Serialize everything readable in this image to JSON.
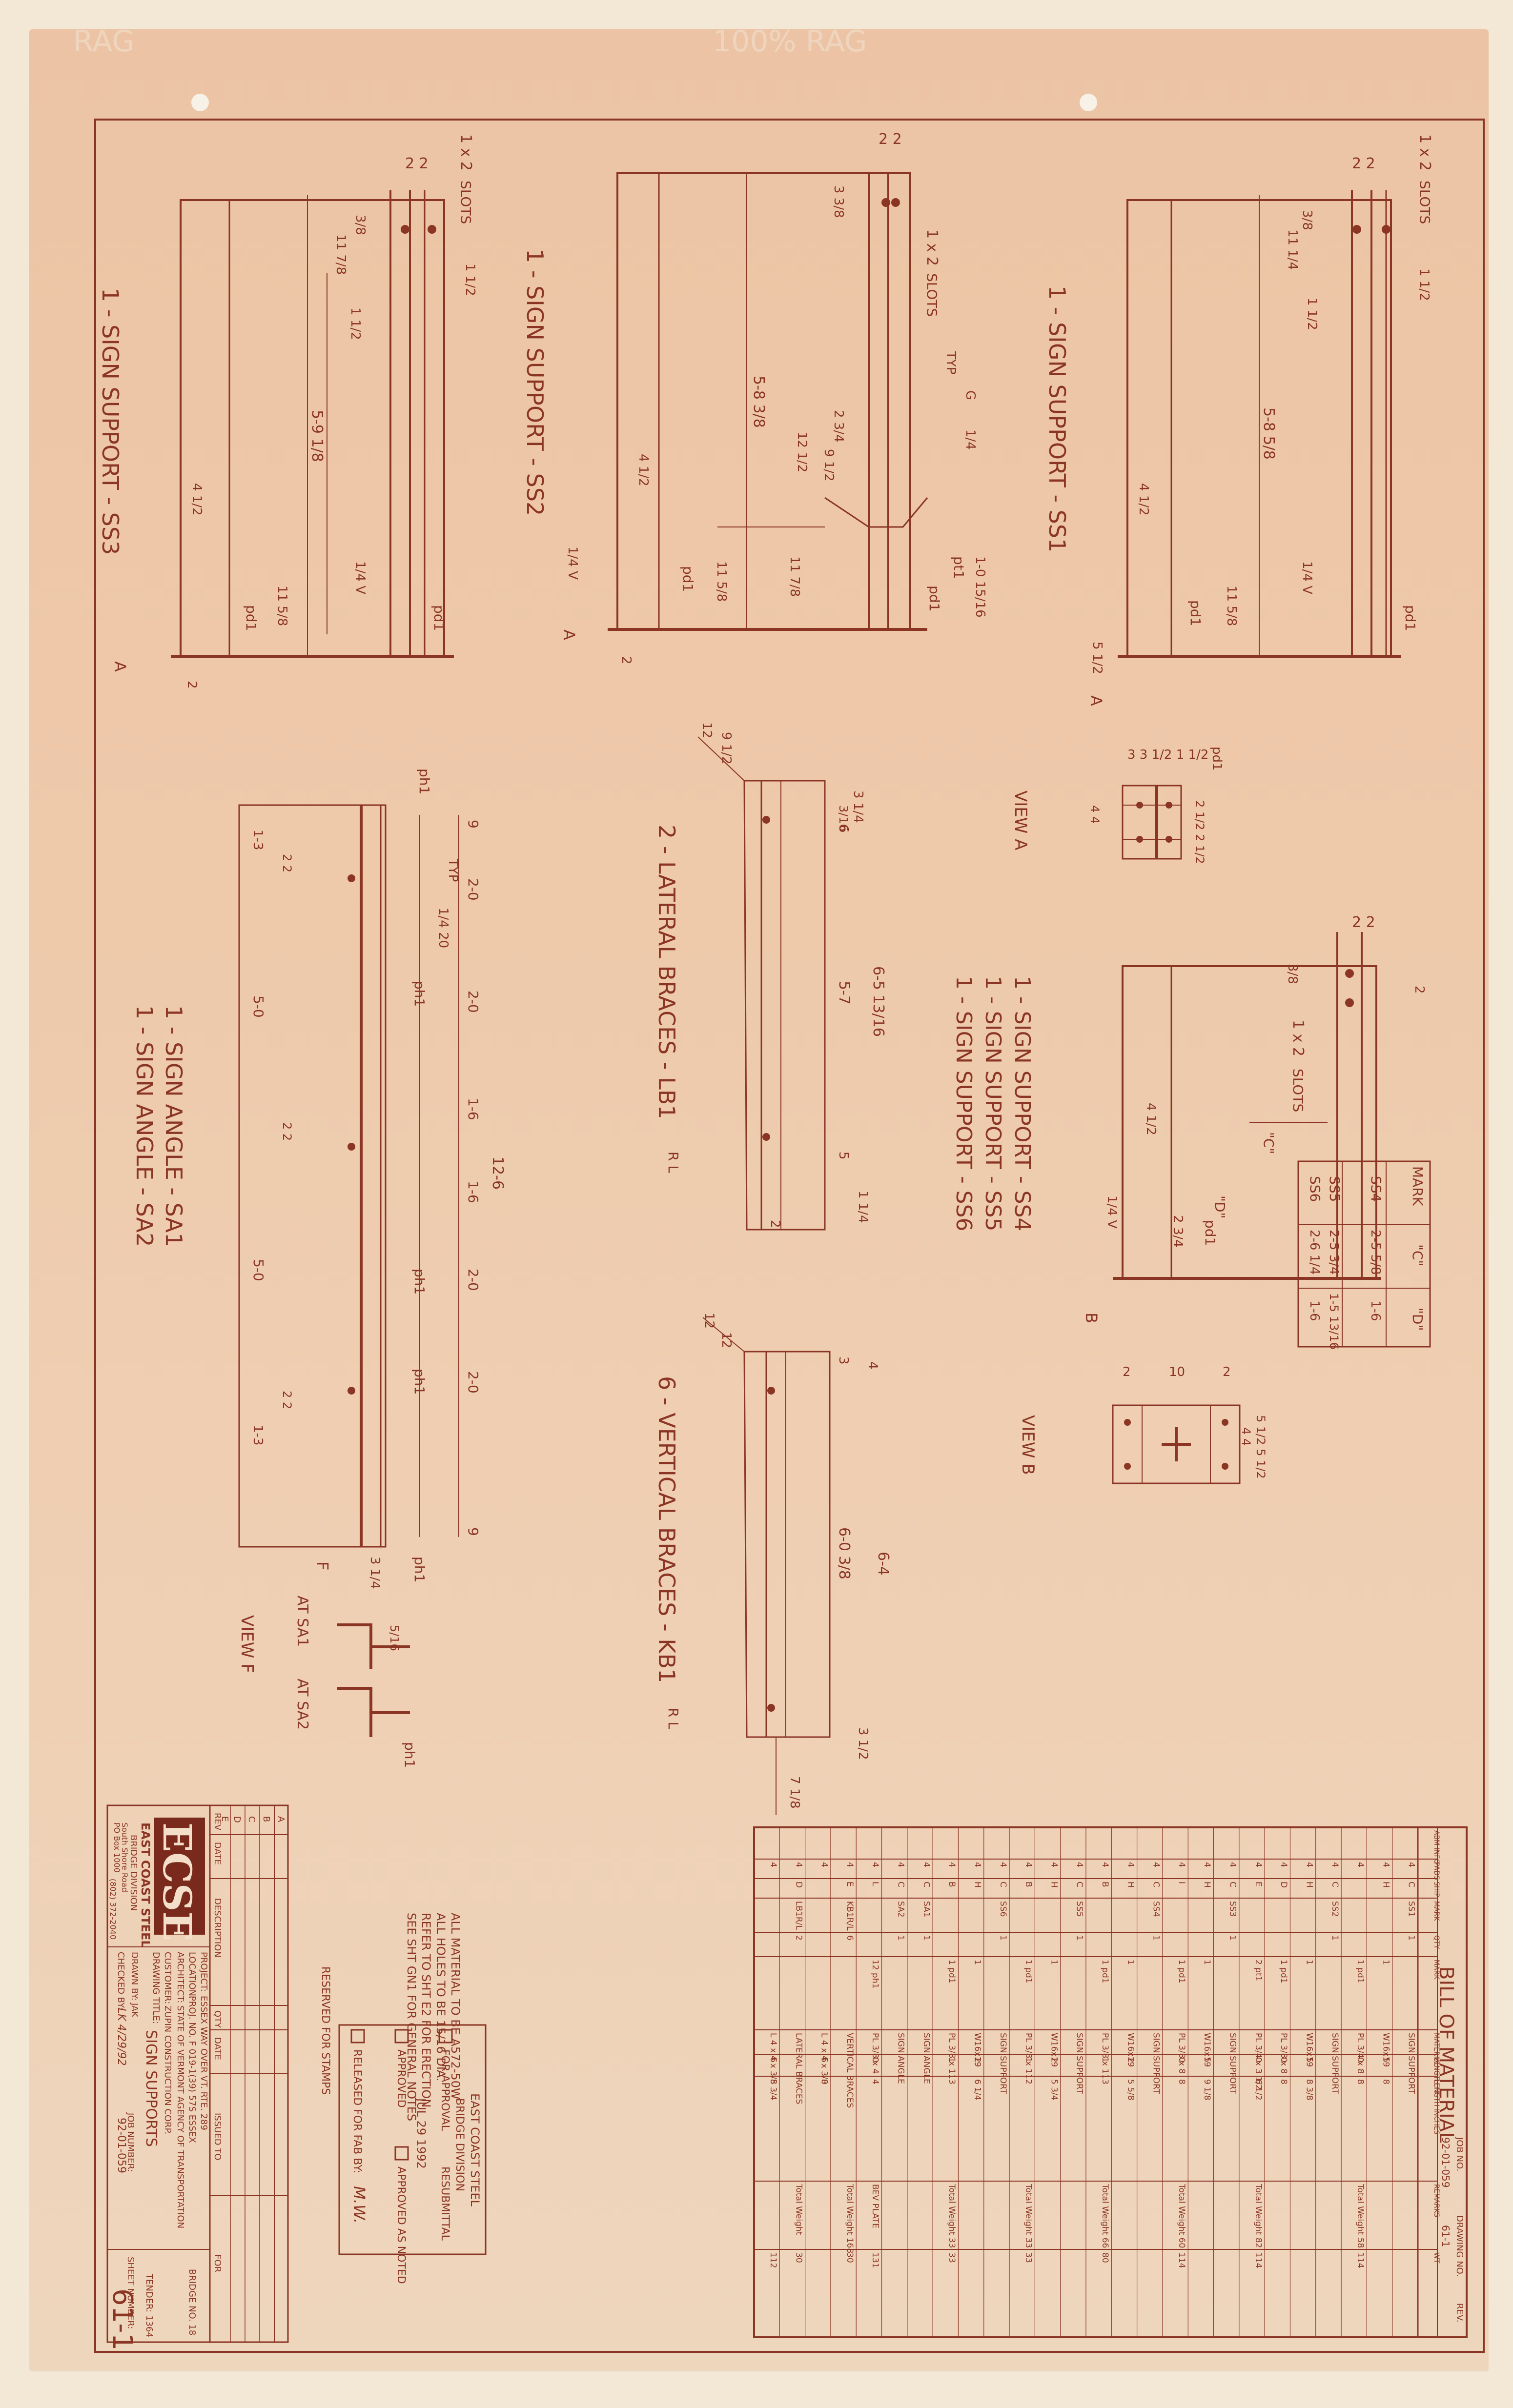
{
  "watermarks": {
    "left": "RAG",
    "center": "100% RAG"
  },
  "views": {
    "ss3": {
      "title": "1 - SIGN SUPPORT - SS3",
      "slots": "1 x 2",
      "slots_label": "SLOTS",
      "dim_top": "2 2",
      "dim_a": "3/8",
      "dim_b": "11 7/8",
      "dim_c": "1 1/2",
      "dim_d": "1 1/2",
      "dim_len": "5-9 1/8",
      "dim_e": "4 1/2",
      "dim_f": "11 5/8",
      "dim_base": "2",
      "pl": "pd1",
      "weld": "1/4 V",
      "section": "A"
    },
    "ss2": {
      "title": "1 - SIGN SUPPORT - SS2",
      "slots": "1 x 2",
      "slots_label": "SLOTS",
      "dim_top": "2 2",
      "dim_a": "3 3/8",
      "dim_len": "5-8 3/8",
      "dim_e": "4 1/2",
      "dim_f": "11 5/8",
      "dim_g": "2 3/4",
      "dim_h": "9 1/2",
      "dim_i": "12 1/2",
      "dim_j": "11 7/8",
      "dim_k": "1-0 15/16",
      "dim_base": "2",
      "typ": "TYP",
      "weld_g": "G",
      "weld_q": "1/4",
      "pl_a": "pd1",
      "pl_b": "pt1",
      "pl_c": "pd1",
      "weld": "1/4 V",
      "section": "A"
    },
    "ss1": {
      "title": "1 - SIGN SUPPORT - SS1",
      "slots": "1 x 2",
      "slots_label": "SLOTS",
      "dim_top": "2 2",
      "dim_a": "3/8",
      "dim_b": "11 1/4",
      "dim_c": "1 1/2",
      "dim_d": "1 1/2",
      "dim_len": "5-8 5/8",
      "dim_e": "4 1/2",
      "dim_f": "11 5/8",
      "dim_base": "5 1/2",
      "pl": "pd1",
      "weld": "1/4 V",
      "section": "A"
    },
    "view_a": {
      "title": "VIEW A",
      "dim": "3 3 1/2 1 1/2",
      "dim_side": "2 1/2 2 1/2",
      "dim_left": "4 4",
      "pl": "pd1"
    },
    "ss456": {
      "lines": [
        "1 - SIGN SUPPORT - SS4",
        "1 - SIGN SUPPORT - SS5",
        "1 - SIGN SUPPORT - SS6"
      ],
      "slots": "1 x 2",
      "slots_label": "SLOTS",
      "dim_top": "2 2",
      "dim_a": "3/8",
      "dim_e": "4 1/2",
      "dim_c_label": "\"C\"",
      "dim_d_label": "\"D\"",
      "dim_g": "2 3/4",
      "pl": "pd1",
      "weld": "1/4 V",
      "section": "B",
      "dim_side": "2"
    },
    "mark_table": {
      "headers": [
        "MARK",
        "\"C\"",
        "\"D\""
      ],
      "rows": [
        [
          "SS4",
          "2-5 5/8",
          "1-6"
        ],
        [
          "SS5",
          "2-5 3/4",
          "1-5 13/16"
        ],
        [
          "SS6",
          "2-6 1/4",
          "1-6"
        ]
      ]
    },
    "view_b": {
      "title": "VIEW B",
      "dims": [
        "2",
        "10",
        "2"
      ],
      "dim_side": "5 1/2 5 1/2",
      "dim_inner": "4 4"
    },
    "sign_angle": {
      "title1": "1 - SIGN ANGLE - SA1",
      "title2": "1 - SIGN ANGLE - SA2",
      "overall": "12-6",
      "spaces": [
        "9",
        "2-0",
        "2-0",
        "1-6",
        "1-6",
        "2-0",
        "2-0",
        "9"
      ],
      "seg_a": "5-0",
      "seg_b": "5-0",
      "end_a": "1-3",
      "end_b": "1-3",
      "holes": "2 2",
      "pl": "ph1",
      "typ": "TYP",
      "weld": "1/4 20",
      "dim_end": "3 1/4",
      "view": "F"
    },
    "lateral": {
      "title": "2 - LATERAL BRACES - LB1",
      "rl": "R L",
      "dim_a": "12",
      "dim_b": "9 1/2",
      "dim_c": "3 1/4",
      "dim_d": "6",
      "dim_len": "5-7",
      "dim_overall": "6-5 13/16",
      "dim_e": "5",
      "dim_f": "1 1/4",
      "dim_g": "2",
      "dim_h": "3/16"
    },
    "vertical": {
      "title": "6 - VERTICAL BRACES - KB1",
      "rl": "R L",
      "dim_a": "12",
      "dim_b": "12",
      "dim_len": "6-0 3/8",
      "dim_overall": "6-4",
      "dim_c": "3 1/2",
      "dim_d": "4",
      "dim_e": "7 1/8",
      "dim_f": "3"
    },
    "view_f": {
      "title": "VIEW F",
      "left_label": "AT SA1",
      "right_label": "AT SA2",
      "pl": "ph1",
      "dim": "5/16"
    },
    "notes": [
      "ALL MATERIAL TO BE A572-50W",
      "ALL HOLES TO BE 15/16 DIA.",
      "REFER TO SHT E2 FOR ERECTION",
      "SEE SHT GN1 FOR GENERAL NOTES"
    ],
    "stamp_heading": "RESERVED FOR STAMPS",
    "approval": {
      "company": "EAST COAST STEEL",
      "division": "BRIDGE DIVISION",
      "for_approval": "FOR APPROVAL",
      "resubmittal": "RESUBMITTAL",
      "date": "JUL 29 1992",
      "approved": "APPROVED",
      "approved_noted": "APPROVED AS NOTED",
      "released": "RELEASED FOR FAB BY:",
      "initials": "M.W."
    },
    "rev_table": {
      "headers": [
        "REV",
        "DATE",
        "DESCRIPTION",
        "QTY",
        "DATE",
        "ISSUED TO",
        "FOR"
      ],
      "rows": [
        "A",
        "B",
        "C",
        "D",
        "E"
      ]
    },
    "title_block": {
      "logo": "ECSE",
      "company": "EAST COAST STEEL",
      "division": "BRIDGE DIVISION",
      "address1": "South Shore Road",
      "address2": "PO Box 1000",
      "phone": "(802) 372-2040",
      "project_label": "PROJECT:",
      "project": "ESSEX WAY OVER VT. RTE. 289",
      "location_label": "LOCATION:",
      "location": "PROJ. NO. F 019-1(39) 57S  ESSEX",
      "architect_label": "ARCHITECT:",
      "architect": "STATE OF VERMONT AGENCY OF TRANSPORTATION",
      "bridge_no": "BRIDGE NO. 18",
      "customer_label": "CUSTOMER:",
      "customer": "ZUPIN CONSTRUCTION CORP.",
      "drawing_title_label": "DRAWING TITLE:",
      "drawing_title": "SIGN SUPPORTS",
      "drawn_label": "DRAWN BY:",
      "drawn": "JAK",
      "checked_label": "CHECKED BY:",
      "checked": "LK 4/29/92",
      "job_label": "JOB NUMBER:",
      "job": "92-01-059",
      "sheet_label": "SHEET NUMBER:",
      "sheet": "61-1",
      "tender_label": "TENDER:",
      "tender": "1364"
    },
    "bom": {
      "title": "BILL OF MATERIAL",
      "job_label": "JOB NO.",
      "job_no": "92-01-059",
      "drawing_label": "DRAWING NO.",
      "drawing_no": "61-1",
      "rev_label": "REV.",
      "headers": [
        "ABM INFO",
        "PADS",
        "SHIP",
        "MARK",
        "QTY",
        "MARK",
        "MATERIAL",
        "LENGTH FT",
        "LENGTH INCHES",
        "REMARKS",
        "WT",
        "PROCUREMENT NOTES"
      ],
      "rows": [
        [
          "4",
          "C",
          "SS1",
          "1",
          "",
          "SIGN SUPPORT",
          "",
          "",
          "",
          ""
        ],
        [
          "4",
          "H",
          "",
          "",
          "1",
          "W16x19",
          "5",
          "8",
          "",
          ""
        ],
        [
          "4",
          "",
          "",
          "",
          "1 pd1",
          "PL 3/4 x 8",
          "0",
          "8",
          "Total Weight 58",
          "114"
        ],
        [
          "4",
          "C",
          "SS2",
          "1",
          "",
          "SIGN SUPPORT",
          "",
          "",
          "",
          ""
        ],
        [
          "4",
          "H",
          "",
          "",
          "1",
          "W16x19",
          "5",
          "8 3/8",
          "",
          ""
        ],
        [
          "4",
          "D",
          "",
          "",
          "1 pd1",
          "PL 3/8 x 8",
          "0",
          "8",
          "",
          ""
        ],
        [
          "4",
          "E",
          "",
          "",
          "2 pt1",
          "PL 3/4 x 3 1/2",
          "0",
          "6 1/2",
          "Total Weight 82",
          "114"
        ],
        [
          "4",
          "C",
          "SS3",
          "1",
          "",
          "SIGN SUPPORT",
          "",
          "",
          "",
          ""
        ],
        [
          "4",
          "H",
          "",
          "",
          "1",
          "W16x19",
          "5",
          "9 1/8",
          "",
          ""
        ],
        [
          "4",
          "I",
          "",
          "",
          "1 pd1",
          "PL 3/8 x 8",
          "0",
          "8",
          "Total Weight 60",
          "114"
        ],
        [
          "4",
          "C",
          "SS4",
          "1",
          "",
          "SIGN SUPPORT",
          "",
          "",
          "",
          ""
        ],
        [
          "4",
          "H",
          "",
          "",
          "1",
          "W16x19",
          "2",
          "5 5/8",
          "",
          ""
        ],
        [
          "4",
          "B",
          "",
          "",
          "1 pd1",
          "PL 3/8 x 11",
          "1",
          "3",
          "Total Weight 66",
          "80"
        ],
        [
          "4",
          "C",
          "SS5",
          "1",
          "",
          "SIGN SUPPORT",
          "",
          "",
          "",
          ""
        ],
        [
          "4",
          "H",
          "",
          "",
          "1",
          "W16x19",
          "2",
          "5 3/4",
          "",
          ""
        ],
        [
          "4",
          "B",
          "",
          "",
          "1 pd1",
          "PL 3/8 x 11",
          "1",
          "2",
          "Total Weight 33",
          "33"
        ],
        [
          "4",
          "C",
          "SS6",
          "1",
          "",
          "SIGN SUPPORT",
          "",
          "",
          "",
          ""
        ],
        [
          "4",
          "H",
          "",
          "",
          "1",
          "W16x19",
          "2",
          "6 1/4",
          "",
          ""
        ],
        [
          "4",
          "B",
          "",
          "",
          "1 pd1",
          "PL 3/8 x 11",
          "1",
          "3",
          "Total Weight 33",
          "33"
        ],
        [
          "4",
          "C",
          "SA1",
          "1",
          "",
          "SIGN ANGLE",
          "",
          "",
          "",
          ""
        ],
        [
          "4",
          "C",
          "SA2",
          "1",
          "",
          "SIGN ANGLE",
          "",
          "",
          "",
          ""
        ],
        [
          "4",
          "L",
          "",
          "",
          "12 ph1",
          "PL 3/8 x 4",
          "0",
          "4",
          "BEV PLATE",
          "131"
        ],
        [
          "4",
          "E",
          "KB1R/L",
          "6",
          "",
          "VERTICAL BRACES",
          "",
          "",
          "Total Weight 168",
          "30"
        ],
        [
          "4",
          "",
          "",
          "",
          "",
          "L 4 x 4 x 3/8",
          "6",
          "0",
          "",
          ""
        ],
        [
          "4",
          "D",
          "LB1R/L",
          "2",
          "",
          "LATERAL BRACES",
          "",
          "",
          "Total Weight",
          "30"
        ],
        [
          "4",
          "",
          "",
          "",
          "",
          "L 4 x 4 x 3/8",
          "6",
          "5 3/4",
          "",
          "112"
        ]
      ]
    }
  }
}
